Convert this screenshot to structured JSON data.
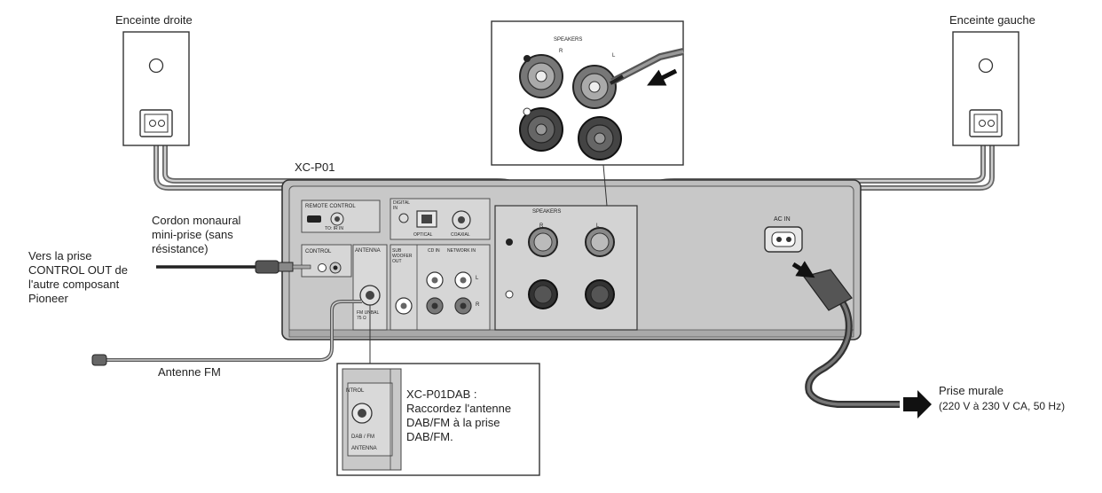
{
  "labels": {
    "right_speaker": "Enceinte droite",
    "left_speaker": "Enceinte gauche",
    "model": "XC-P01",
    "mono_cord": [
      "Cordon monaural",
      "mini-prise (sans",
      "résistance)"
    ],
    "control_out": [
      "Vers la prise",
      "CONTROL OUT de",
      "l'autre composant",
      "Pioneer"
    ],
    "fm_antenna": "Antenne FM",
    "wall_outlet": [
      "Prise murale",
      "(220 V à 230 V CA, 50 Hz)"
    ],
    "dab_note": [
      "XC-P01DAB :",
      "Raccordez l'antenne",
      "DAB/FM à la prise",
      "DAB/FM."
    ]
  },
  "panel": {
    "remote_control": "REMOTE CONTROL",
    "to_ir_in": "TO: IR IN",
    "control": "CONTROL",
    "antenna": "ANTENNA",
    "fm_unbal": "FM UNBAL 75 Ω",
    "digital_in": "DIGITAL IN",
    "optical": "OPTICAL",
    "coaxial": "COAXIAL",
    "sub_woofer_out": "SUB WOOFER OUT",
    "cd_in": "CD IN",
    "network_in": "NETWORK IN",
    "l": "L",
    "r": "R",
    "speakers": "SPEAKERS",
    "ac_in": "AC IN"
  },
  "inset_speakers": {
    "title": "SPEAKERS",
    "r": "R",
    "l": "L"
  },
  "inset_dab": {
    "control": "NTROL",
    "dab_fm": "DAB / FM",
    "antenna": "ANTENNA"
  }
}
